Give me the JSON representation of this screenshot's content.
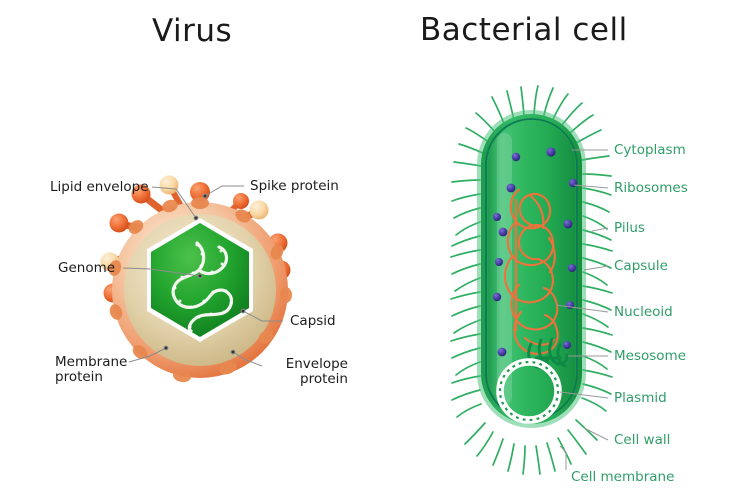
{
  "titles": {
    "virus": "Virus",
    "bacteria": "Bacterial cell"
  },
  "colors": {
    "background": "#ffffff",
    "title_text": "#1a1a1a",
    "virus_label_text": "#1c1c1c",
    "bacteria_label_text": "#2f9e68",
    "leader_line": "#8c8c8c",
    "envelope_outer": "#e8743c",
    "envelope_mid": "#f3a882",
    "envelope_inner": "#d9c79a",
    "capsid_green": "#1f9e2f",
    "capsid_edge": "#ffffff",
    "genome_white": "#f2f7ee",
    "spike_stalk": "#e0622c",
    "spike_knob_orange": "#ef6b33",
    "spike_knob_cream": "#f8d7a8",
    "cell_body_green": "#2bb35c",
    "cell_wall_green": "#17a055",
    "cell_membrane_line": "#0d7a52",
    "pili_green": "#2fae62",
    "nucleoid_orange": "#f0713c",
    "ribosome_blue": "#4a3fa8",
    "plasmid_white": "#ffffff",
    "mesosome_dark": "#0f8a46"
  },
  "virus_labels": [
    {
      "id": "lipid-envelope",
      "text": "Lipid envelope",
      "align": "left"
    },
    {
      "id": "spike-protein",
      "text": "Spike protein",
      "align": "left"
    },
    {
      "id": "genome",
      "text": "Genome",
      "align": "left"
    },
    {
      "id": "capsid",
      "text": "Capsid",
      "align": "left"
    },
    {
      "id": "membrane-protein",
      "line1": "Membrane",
      "line2": "protein",
      "align": "left"
    },
    {
      "id": "envelope-protein",
      "line1": "Envelope",
      "line2": "protein",
      "align": "right"
    }
  ],
  "virus_label_text": {
    "lipid_envelope": "Lipid envelope",
    "spike_protein": "Spike protein",
    "genome": "Genome",
    "capsid": "Capsid",
    "membrane_protein_l1": "Membrane",
    "membrane_protein_l2": "protein",
    "envelope_protein_l1": "Envelope",
    "envelope_protein_l2": "protein"
  },
  "bacteria_label_text": {
    "cytoplasm": "Cytoplasm",
    "ribosomes": "Ribosomes",
    "pilus": "Pilus",
    "capsule": "Capsule",
    "nucleoid": "Nucleoid",
    "mesosome": "Mesosome",
    "plasmid": "Plasmid",
    "cell_wall": "Cell wall",
    "cell_membrane": "Cell membrane"
  },
  "bacteria_labels": [
    {
      "id": "cytoplasm",
      "text": "Cytoplasm"
    },
    {
      "id": "ribosomes",
      "text": "Ribosomes"
    },
    {
      "id": "pilus",
      "text": "Pilus"
    },
    {
      "id": "capsule",
      "text": "Capsule"
    },
    {
      "id": "nucleoid",
      "text": "Nucleoid"
    },
    {
      "id": "mesosome",
      "text": "Mesosome"
    },
    {
      "id": "plasmid",
      "text": "Plasmid"
    },
    {
      "id": "cell-wall",
      "text": "Cell wall"
    },
    {
      "id": "cell-membrane",
      "text": "Cell membrane"
    }
  ],
  "diagram_info": {
    "virus_structure": "enveloped virus with hexagonal capsid",
    "bacteria_structure": "rod-shaped bacillus with pili"
  }
}
